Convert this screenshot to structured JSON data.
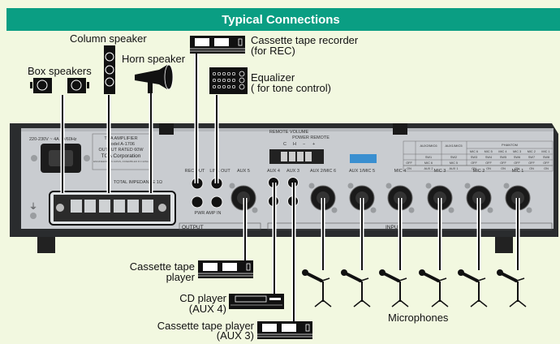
{
  "title": "Typical Connections",
  "colors": {
    "title_bar": "#0a9e83",
    "background": "#f2f8e0",
    "panel": "#c9ccd0",
    "frame": "#2a2c2e"
  },
  "devices": {
    "box_speakers": "Box speakers",
    "column_speaker": "Column speaker",
    "horn_speaker": "Horn speaker",
    "cassette_rec_1": "Cassette tape recorder",
    "cassette_rec_2": "(for REC)",
    "equalizer_1": "Equalizer",
    "equalizer_2": "( for tone control)",
    "cassette_player_1": "Cassette tape",
    "cassette_player_2": "player",
    "cd_player_1": "CD player",
    "cd_player_2": "(AUX 4)",
    "cassette_aux3_1": "Cassette tape player",
    "cassette_aux3_2": "(AUX 3)",
    "microphones": "Microphones"
  },
  "panel": {
    "power": "220-230V ~ 4A 50/60Hz",
    "nameplate": [
      "TOA AMPLIFIER",
      "Model A-1706",
      "OUTPUT RATED 60W",
      "TOA Corporation",
      "ENGINEERED IN JAPAN, ASSEMBLED IN CHINA"
    ],
    "impedance": "TOTAL IMPEDANCE 1Ω",
    "rec_out": "REC OUT",
    "line_out": "LINE OUT",
    "pwr_amp_in": "PWR AMP IN",
    "output": "OUTPUT",
    "input": "INPUT",
    "remote_volume": "REMOTE VOLUME",
    "power_remote": "POWER REMOTE",
    "remote_pins": [
      "C",
      "H",
      "−",
      "+"
    ],
    "inputs": [
      "AUX 5",
      "AUX 4",
      "AUX 3",
      "AUX 2/MIC 6",
      "AUX 1/MIC 5",
      "MIC 4",
      "MIC 3",
      "MIC 2",
      "MIC 1"
    ],
    "switch_table": {
      "headers": [
        "AUX2/MIC6",
        "AUX1/MIC5",
        "PHANTOM"
      ],
      "phantom_cols": [
        "MIC 6",
        "MIC 5",
        "MIC 4",
        "MIC 3",
        "MIC 2",
        "MIC 1"
      ],
      "switches": [
        "SW1",
        "SW2",
        "SW3",
        "SW4",
        "SW5",
        "SW6",
        "SW7",
        "SW8"
      ],
      "off_row": [
        "OFF",
        "MIC 6",
        "MIC 5",
        "OFF",
        "OFF",
        "OFF",
        "OFF",
        "OFF",
        "OFF"
      ],
      "on_row": [
        "ON",
        "AUX 2",
        "AUX 1",
        "ON",
        "ON",
        "ON",
        "ON",
        "ON",
        "ON"
      ]
    }
  }
}
